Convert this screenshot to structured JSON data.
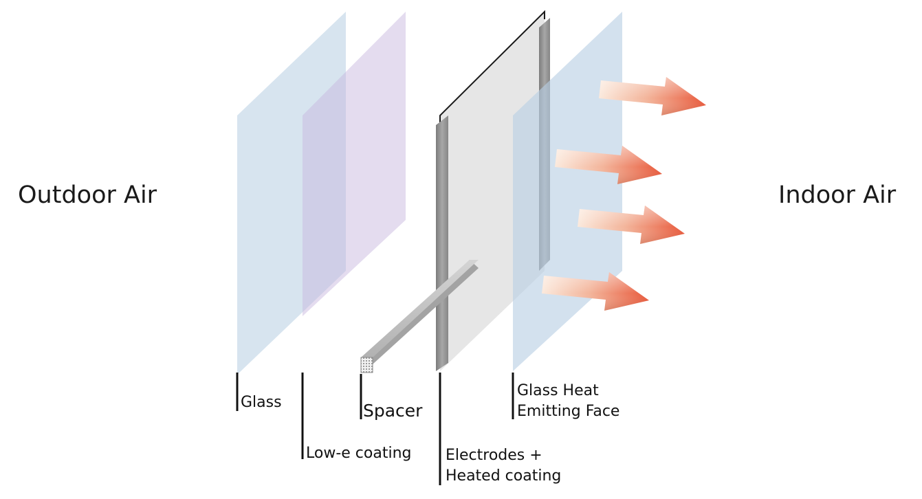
{
  "left_label": "Outdoor Air",
  "right_label": "Indoor Air",
  "layers": [
    {
      "id": "glass",
      "label": "Glass",
      "color": "#c9dbea"
    },
    {
      "id": "low-e",
      "label": "Low-e coating",
      "color": "#dcd0ea"
    },
    {
      "id": "spacer",
      "label": "Spacer",
      "color": "#9e9e9e"
    },
    {
      "id": "electrodes",
      "label_line1": "Electrodes +",
      "label_line2": "Heated coating",
      "color": "#e4e4e4"
    },
    {
      "id": "emitting-glass",
      "label_line1": "Glass Heat",
      "label_line2": "Emitting Face",
      "color": "#c9dbea"
    }
  ],
  "heat_arrow_count": 4,
  "colors": {
    "arrow_start": "#fbe9dc",
    "arrow_end": "#e8583a",
    "electrode": "#8a8a8a"
  }
}
